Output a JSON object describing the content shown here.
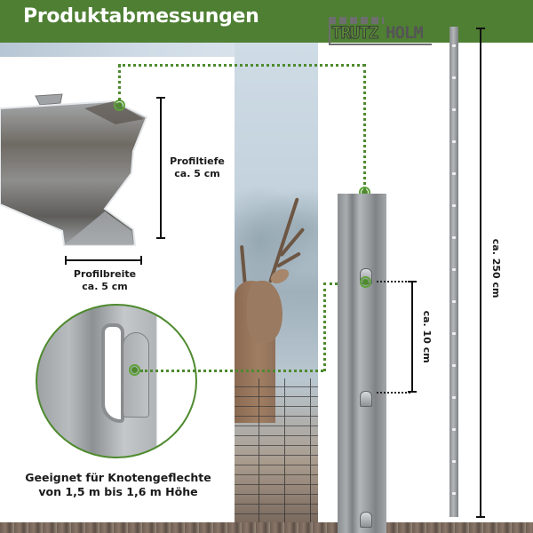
{
  "header": {
    "title": "Produktabmessungen",
    "background_color": "#4e7f33"
  },
  "logo": {
    "part1": "TRUTZ",
    "part2": "HOLM",
    "part1_color": "#5a8f35",
    "part2_color": "#555555"
  },
  "dimensions": {
    "profile_depth": {
      "label": "Profiltiefe",
      "value": "ca. 5 cm"
    },
    "profile_width": {
      "label": "Profilbreite",
      "value": "ca. 5 cm"
    },
    "slot_spacing": {
      "value": "ca. 10 cm"
    },
    "post_length": {
      "value": "ca. 250 cm"
    }
  },
  "caption": {
    "line1": "Geeignet für Knotengeflechte",
    "line2": "von 1,5 m bis 1,6 m Höhe"
  },
  "images": {
    "profile_cross_section": "metal-post-profile",
    "deer_photo": "deer-behind-fence",
    "zoom_detail": "hook-tab-closeup",
    "post_segment": "post-with-hooks",
    "full_post": "full-length-post"
  },
  "accent_color": "#4e8a2e"
}
